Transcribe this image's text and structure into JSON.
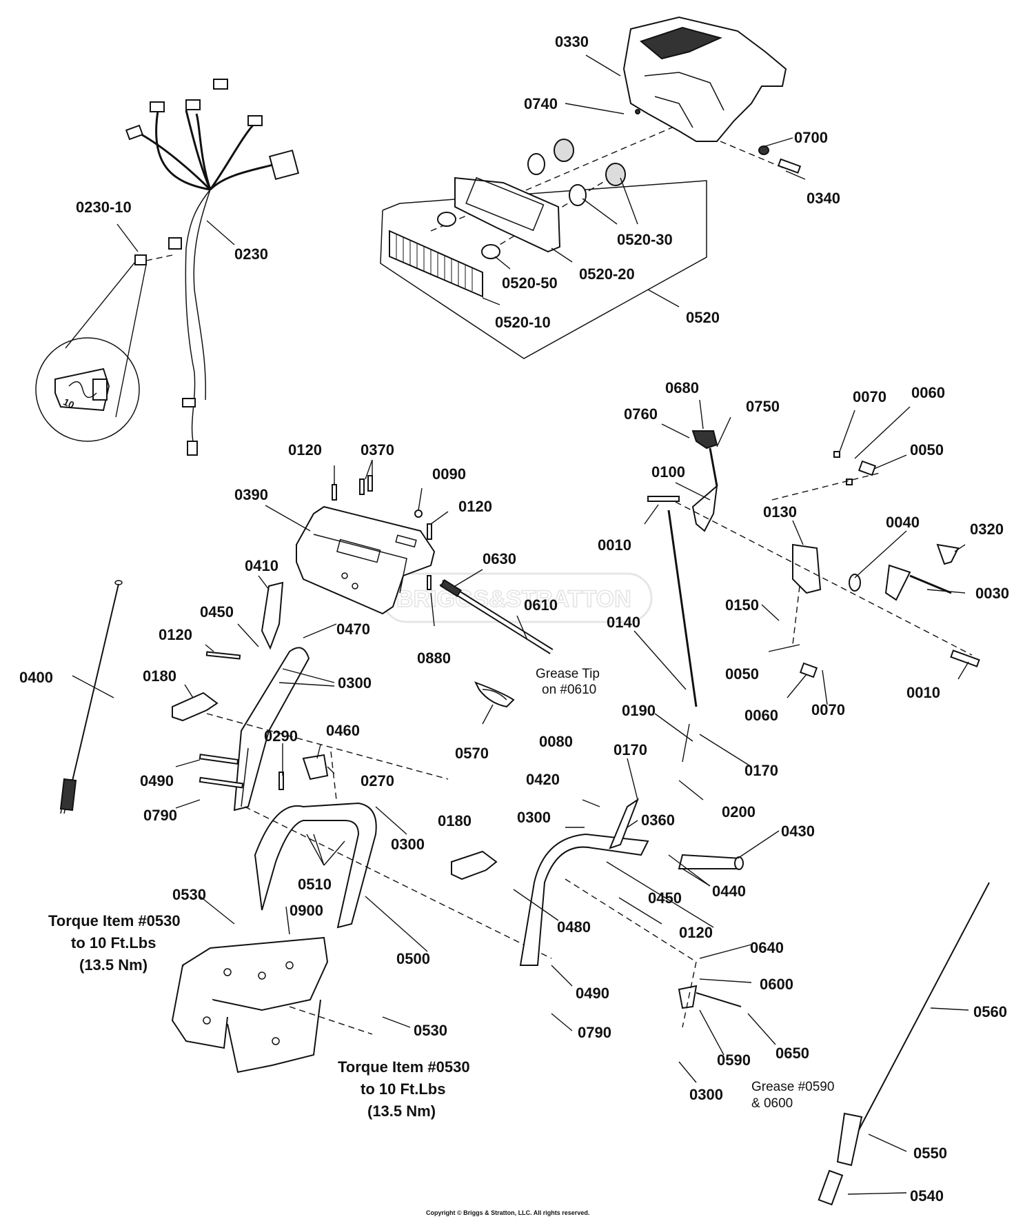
{
  "title": "",
  "watermark": "BRIGGS&STRATTON",
  "copyright": "Copyright © Briggs & Stratton, LLC. All rights reserved.",
  "part_labels": {
    "p0330": "0330",
    "p0740": "0740",
    "p0700": "0700",
    "p0340": "0340",
    "p0520_30": "0520-30",
    "p0520_20": "0520-20",
    "p0520_50": "0520-50",
    "p0520_10": "0520-10",
    "p0520": "0520",
    "p0230_10": "0230-10",
    "p0230": "0230",
    "p0680": "0680",
    "p0760": "0760",
    "p0750": "0750",
    "p0070_a": "0070",
    "p0060_a": "0060",
    "p0050_a": "0050",
    "p0100": "0100",
    "p0010_a": "0010",
    "p0130": "0130",
    "p0040": "0040",
    "p0320": "0320",
    "p0030": "0030",
    "p0150": "0150",
    "p0050_b": "0050",
    "p0060_b": "0060",
    "p0070_b": "0070",
    "p0010_b": "0010",
    "p0140": "0140",
    "p0120_a": "0120",
    "p0370": "0370",
    "p0090": "0090",
    "p0120_b": "0120",
    "p0390": "0390",
    "p0630": "0630",
    "p0610": "0610",
    "p0880": "0880",
    "p0410": "0410",
    "p0450_a": "0450",
    "p0470": "0470",
    "p0120_c": "0120",
    "p0300_a": "0300",
    "p0180_a": "0180",
    "p0400": "0400",
    "p0570": "0570",
    "p0190": "0190",
    "p0170_a": "0170",
    "p0170_b": "0170",
    "p0200": "0200",
    "p0080": "0080",
    "p0420": "0420",
    "p0360": "0360",
    "p0300_b": "0300",
    "p0430": "0430",
    "p0290": "0290",
    "p0460": "0460",
    "p0270": "0270",
    "p0490_a": "0490",
    "p0790_a": "0790",
    "p0300_c": "0300",
    "p0510": "0510",
    "p0180_b": "0180",
    "p0450_b": "0450",
    "p0440": "0440",
    "p0120_d": "0120",
    "p0480": "0480",
    "p0530_a": "0530",
    "p0900": "0900",
    "p0500": "0500",
    "p0490_b": "0490",
    "p0790_b": "0790",
    "p0530_b": "0530",
    "p0640": "0640",
    "p0600": "0600",
    "p0560": "0560",
    "p0590": "0590",
    "p0650": "0650",
    "p0300_d": "0300",
    "p0550": "0550",
    "p0540": "0540"
  },
  "notes": {
    "torque1_l1": "Torque Item #0530",
    "torque1_l2": "to 10 Ft.Lbs",
    "torque1_l3": "(13.5 Nm)",
    "torque2_l1": "Torque Item #0530",
    "torque2_l2": "to 10 Ft.Lbs",
    "torque2_l3": "(13.5 Nm)",
    "grease_tip_l1": "Grease Tip",
    "grease_tip_l2": "on #0610",
    "grease_0590_l1": "Grease #0590",
    "grease_0590_l2": "& 0600"
  },
  "fuse_marking": "10"
}
